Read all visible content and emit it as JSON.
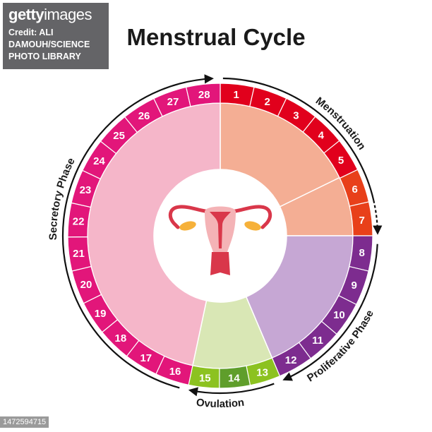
{
  "title": "Menstrual Cycle",
  "phases": [
    {
      "key": "menstruation",
      "label": "Menstruation",
      "inner_color": "#f4ae94"
    },
    {
      "key": "proliferative",
      "label": "Proliferative Phase",
      "inner_color": "#c6a7d4"
    },
    {
      "key": "ovulation",
      "label": "Ovulation",
      "inner_color": "#d9e7b5"
    },
    {
      "key": "secretory",
      "label": "Secretory Phase",
      "inner_color": "#f5b6c9"
    }
  ],
  "days": [
    {
      "n": "1",
      "color": "#e1001c"
    },
    {
      "n": "2",
      "color": "#e1001c"
    },
    {
      "n": "3",
      "color": "#e1001c"
    },
    {
      "n": "4",
      "color": "#e1001c"
    },
    {
      "n": "5",
      "color": "#e1001c"
    },
    {
      "n": "6",
      "color": "#e8401a"
    },
    {
      "n": "7",
      "color": "#e8401a"
    },
    {
      "n": "8",
      "color": "#7d2c8f"
    },
    {
      "n": "9",
      "color": "#7d2c8f"
    },
    {
      "n": "10",
      "color": "#7d2c8f"
    },
    {
      "n": "11",
      "color": "#7d2c8f"
    },
    {
      "n": "12",
      "color": "#7d2c8f"
    },
    {
      "n": "13",
      "color": "#8cc220"
    },
    {
      "n": "14",
      "color": "#5f9e2b"
    },
    {
      "n": "15",
      "color": "#8cc220"
    },
    {
      "n": "16",
      "color": "#e2167a"
    },
    {
      "n": "17",
      "color": "#e2167a"
    },
    {
      "n": "18",
      "color": "#e2167a"
    },
    {
      "n": "19",
      "color": "#e2167a"
    },
    {
      "n": "20",
      "color": "#e2167a"
    },
    {
      "n": "21",
      "color": "#e2167a"
    },
    {
      "n": "22",
      "color": "#e2167a"
    },
    {
      "n": "23",
      "color": "#e2167a"
    },
    {
      "n": "24",
      "color": "#e2167a"
    },
    {
      "n": "25",
      "color": "#e2167a"
    },
    {
      "n": "26",
      "color": "#e2167a"
    },
    {
      "n": "27",
      "color": "#e2167a"
    },
    {
      "n": "28",
      "color": "#e2167a"
    }
  ],
  "watermark": {
    "brand_bold": "getty",
    "brand_light": "images",
    "credit": "Credit: ALI DAMOUH/SCIENCE PHOTO LIBRARY"
  },
  "image_id": "1472594715"
}
